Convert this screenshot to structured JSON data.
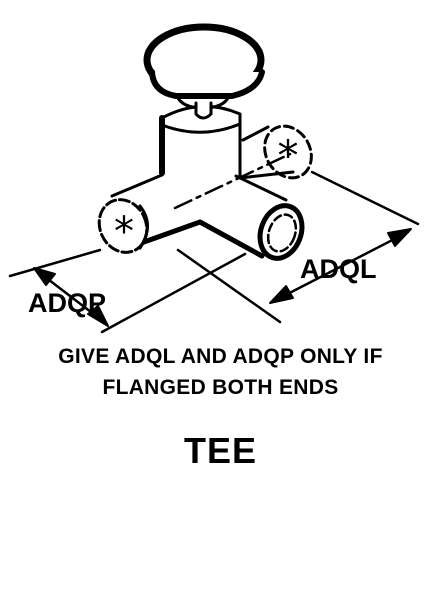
{
  "labels": {
    "dim_length": "ADQL",
    "dim_depth": "ADQP",
    "marker": "*"
  },
  "note": {
    "line1": "GIVE ADQL AND ADQP ONLY IF",
    "line2": "FLANGED BOTH ENDS"
  },
  "title": "TEE",
  "colors": {
    "line": "#000000",
    "background": "#ffffff"
  }
}
